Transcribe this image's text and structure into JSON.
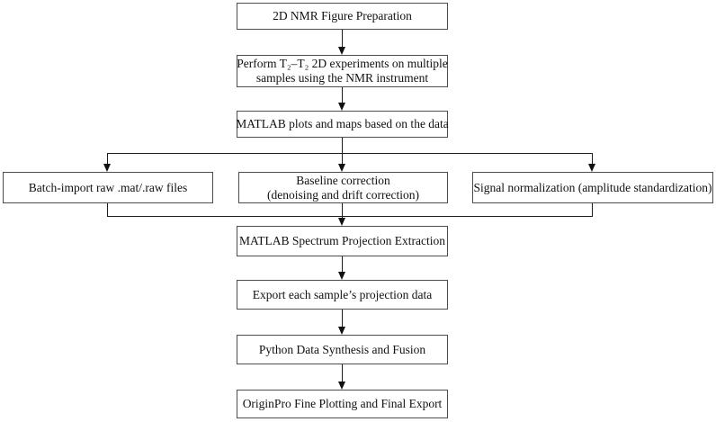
{
  "flowchart": {
    "nodes": {
      "figure_preparation": {
        "lines": [
          "2D NMR Figure Preparation"
        ]
      },
      "experiments": {
        "lines": [
          "Perform T₂–T₂ 2D experiments on multiple",
          "samples using the NMR instrument"
        ]
      },
      "matlab_plots": {
        "lines": [
          "MATLAB plots and maps based on the data"
        ]
      },
      "batch_import": {
        "lines": [
          "Batch-import raw .mat/.raw files"
        ]
      },
      "baseline_correction": {
        "lines": [
          "Baseline correction",
          "(denoising and drift correction)"
        ]
      },
      "signal_normalization": {
        "lines": [
          "Signal normalization (amplitude standardization)"
        ]
      },
      "projection_extraction": {
        "lines": [
          "MATLAB Spectrum Projection Extraction"
        ]
      },
      "export_projection": {
        "lines": [
          "Export each sample’s projection data"
        ]
      },
      "python_fusion": {
        "lines": [
          "Python Data Synthesis and Fusion"
        ]
      },
      "originpro_plotting": {
        "lines": [
          "OriginPro Fine Plotting and Final Export"
        ]
      }
    },
    "colors": {
      "box_border": "#4d4d4d",
      "line": "#1c1c1c",
      "text": "#111111",
      "background": "#ffffff"
    }
  }
}
